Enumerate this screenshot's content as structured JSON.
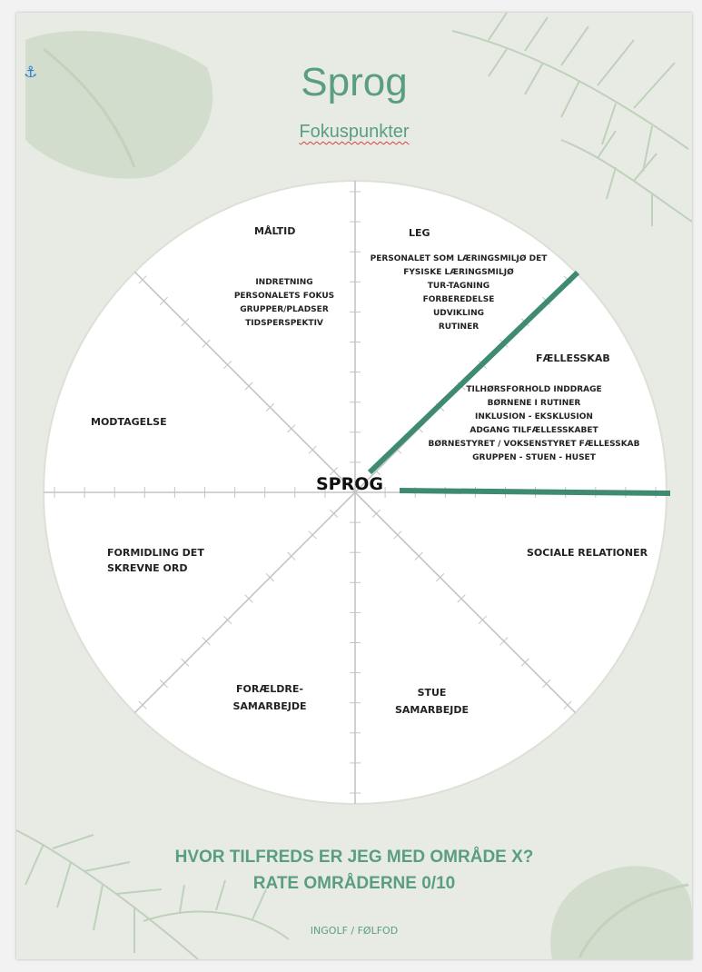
{
  "header": {
    "title": "Sprog",
    "subtitle": "Fokuspunkter"
  },
  "wheel": {
    "center_label": "SPROG",
    "sectors": {
      "maaltid": {
        "title": "MÅLTID",
        "items": [
          "INDRETNING",
          "PERSONALETS FOKUS",
          "GRUPPER/PLADSER",
          "TIDSPERSPEKTIV"
        ]
      },
      "leg": {
        "title": "LEG",
        "items": [
          "PERSONALET SOM LÆRINGSMILJØ DET",
          "FYSISKE LÆRINGSMILJØ",
          "TUR-TAGNING",
          "FORBEREDELSE",
          "UDVIKLING",
          "RUTINER"
        ]
      },
      "faellesskab": {
        "title": "FÆLLESSKAB",
        "items": [
          "TILHØRSFORHOLD INDDRAGE",
          "BØRNENE I RUTINER",
          "INKLUSION - EKSKLUSION",
          "ADGANG TILFÆLLESSKABET",
          "BØRNESTYRET / VOKSENSTYRET FÆLLESSKAB",
          "GRUPPEN - STUEN - HUSET"
        ]
      },
      "modtagelse": {
        "title": "MODTAGELSE"
      },
      "sociale": {
        "title": "SOCIALE RELATIONER"
      },
      "formidling": {
        "title": "FORMIDLING DET SKREVNE ORD"
      },
      "foraeldre": {
        "title": "FORÆLDRE-SAMARBEJDE"
      },
      "stue": {
        "title": "STUE SAMARBEJDE"
      }
    },
    "colors": {
      "accent": "#3f8a72",
      "spoke": "#c4c4c4",
      "ring": "#d8dcd2"
    },
    "scale_ticks": 10
  },
  "footer": {
    "question_line1": "HVOR TILFREDS ER JEG MED OMRÅDE X?",
    "question_line2": "RATE OMRÅDERNE 0/10",
    "credit": "INGOLF / FØLFOD"
  }
}
